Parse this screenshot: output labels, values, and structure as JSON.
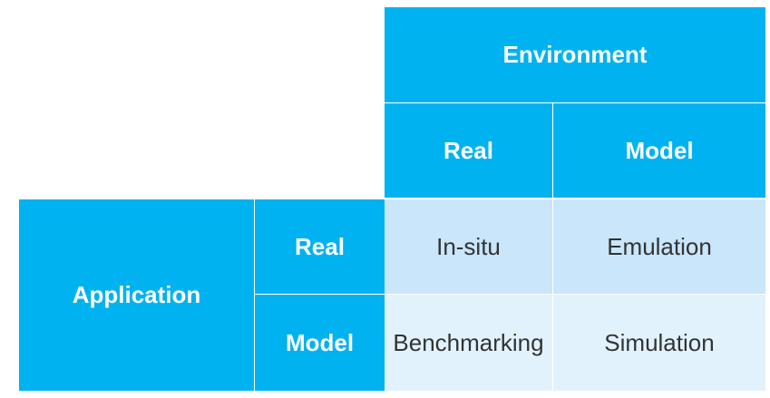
{
  "colors": {
    "header_fill": "#00b2f0",
    "header_text": "#ffffff",
    "cell_dark": "#c9e6fb",
    "cell_light": "#e2f2fd",
    "cell_text": "#333333"
  },
  "environment": {
    "title": "Environment",
    "columns": [
      "Real",
      "Model"
    ]
  },
  "application": {
    "title": "Application",
    "rows": [
      "Real",
      "Model"
    ]
  },
  "matrix": [
    [
      "In-situ",
      "Emulation"
    ],
    [
      "Benchmarking",
      "Simulation"
    ]
  ]
}
